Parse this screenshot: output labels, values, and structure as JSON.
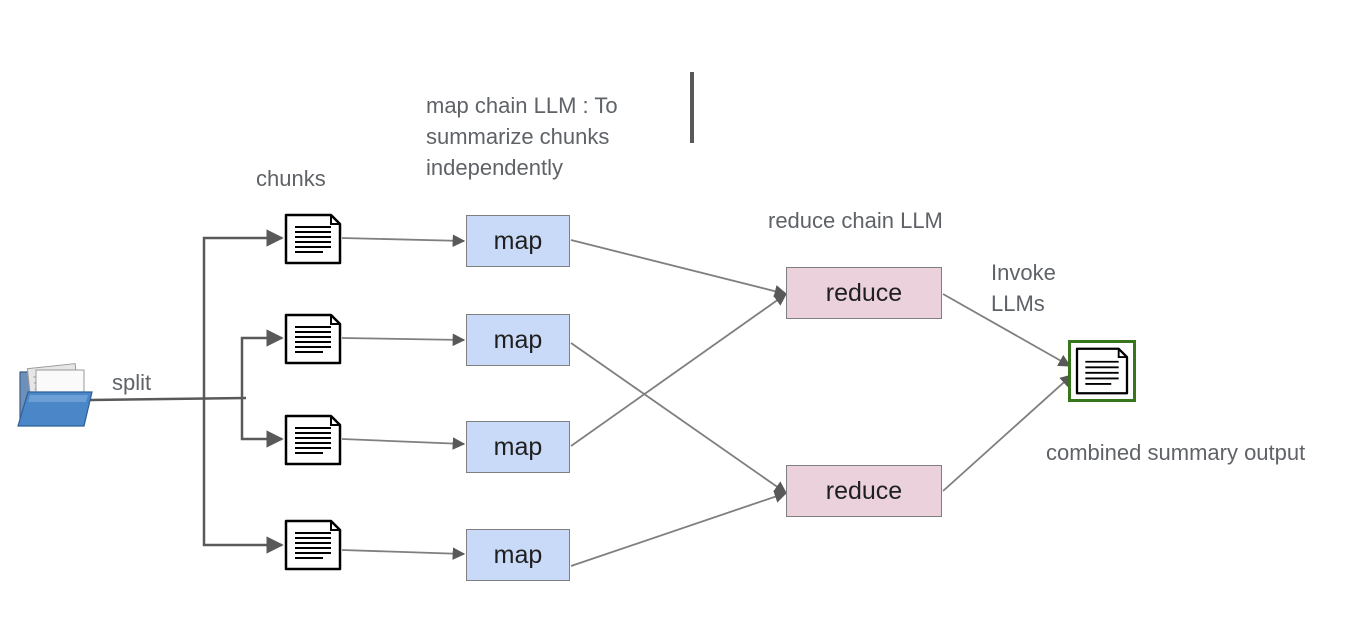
{
  "labels": {
    "split": "split",
    "chunks": "chunks",
    "map_chain": [
      "map chain LLM : To",
      "summarize chunks",
      "independently"
    ],
    "reduce_chain": "reduce chain LLM",
    "invoke": [
      "Invoke",
      "LLMs"
    ],
    "output": "combined summary output"
  },
  "nodes": {
    "source": {
      "icon": "open-folder-icon"
    },
    "chunks": [
      {
        "icon": "document-icon"
      },
      {
        "icon": "document-icon"
      },
      {
        "icon": "document-icon"
      },
      {
        "icon": "document-icon"
      }
    ],
    "map_boxes": [
      {
        "label": "map"
      },
      {
        "label": "map"
      },
      {
        "label": "map"
      },
      {
        "label": "map"
      }
    ],
    "reduce_boxes": [
      {
        "label": "reduce"
      },
      {
        "label": "reduce"
      }
    ],
    "output": {
      "icon": "document-icon"
    }
  },
  "edges": [
    {
      "from": "source",
      "to": "chunk-1"
    },
    {
      "from": "source",
      "to": "chunk-2"
    },
    {
      "from": "source",
      "to": "chunk-3"
    },
    {
      "from": "source",
      "to": "chunk-4"
    },
    {
      "from": "chunk-1",
      "to": "map-1"
    },
    {
      "from": "chunk-2",
      "to": "map-2"
    },
    {
      "from": "chunk-3",
      "to": "map-3"
    },
    {
      "from": "chunk-4",
      "to": "map-4"
    },
    {
      "from": "map-1",
      "to": "reduce-1"
    },
    {
      "from": "map-3",
      "to": "reduce-1"
    },
    {
      "from": "map-2",
      "to": "reduce-2"
    },
    {
      "from": "map-4",
      "to": "reduce-2"
    },
    {
      "from": "reduce-1",
      "to": "output"
    },
    {
      "from": "reduce-2",
      "to": "output"
    }
  ],
  "colors": {
    "map_fill": "#c9daf8",
    "reduce_fill": "#ead1dc",
    "box_border": "#7f7f7f",
    "line": "#595959",
    "label_text": "#5f6368",
    "output_border": "#38761d",
    "folder_blue": "#4a86c8"
  }
}
